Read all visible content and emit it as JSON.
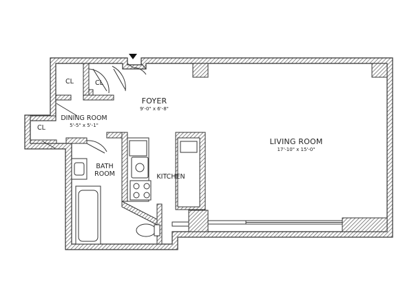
{
  "plan": {
    "rooms": {
      "foyer": {
        "name": "FOYER",
        "dims": "9'-0\" x 6'-8\""
      },
      "living": {
        "name": "LIVING ROOM",
        "dims": "17'-10\" x 15'-0\""
      },
      "dining": {
        "name": "DINING ROOM",
        "dims": "5'-5\" x 5'-1\""
      },
      "bath_line1": "BATH",
      "bath_line2": "ROOM",
      "kitchen": "KITCHEN",
      "closet1": "CL",
      "closet2": "CL",
      "closet3": "CL"
    },
    "colors": {
      "wall": "#444444",
      "hatch": "#6b6b6b",
      "line": "#333333",
      "fill": "#ffffff"
    }
  }
}
